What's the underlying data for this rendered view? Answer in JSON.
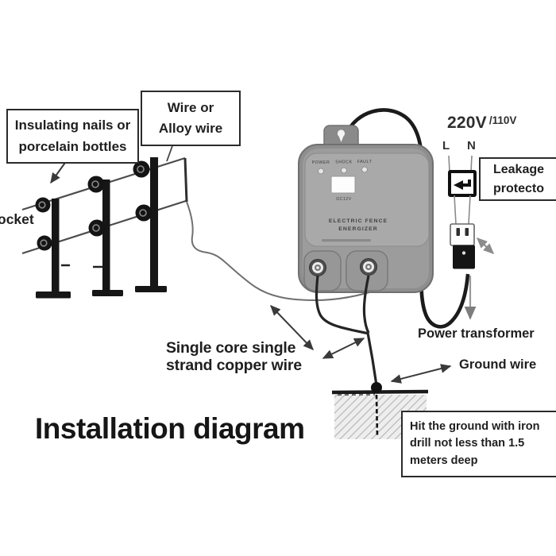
{
  "title": "Installation diagram",
  "annotations": {
    "insulating": "Insulating nails or\nporcelain bottles",
    "wire_alloy": "Wire or\nAlloy wire",
    "socket": "ocket",
    "voltage_main": "220V",
    "voltage_alt": "/110V",
    "line_live": "L",
    "line_neutral": "N",
    "leakage_protector": "Leakage\nprotecto",
    "power_transformer": "Power transformer",
    "ground_wire": "Ground wire",
    "copper_wire": "Single core single\nstrand copper wire",
    "ground_note": "Hit the ground with iron\ndrill not less than 1.5\nmeters deep"
  },
  "device": {
    "led_labels": [
      "POWER",
      "SHOCK",
      "FAULT"
    ],
    "display_caption": "DC12V",
    "name_line1": "ELECTRIC FENCE",
    "name_line2": "ENERGIZER"
  },
  "colors": {
    "ink": "#1f1f1f",
    "arrow": "#3a3a3a",
    "fence": "#161616",
    "wire": "#4c4c4c",
    "feed_wire": "#707070",
    "cable": "#1b1b1b",
    "device_body": "#8e8e8e",
    "device_panel": "#a9a9a9"
  }
}
